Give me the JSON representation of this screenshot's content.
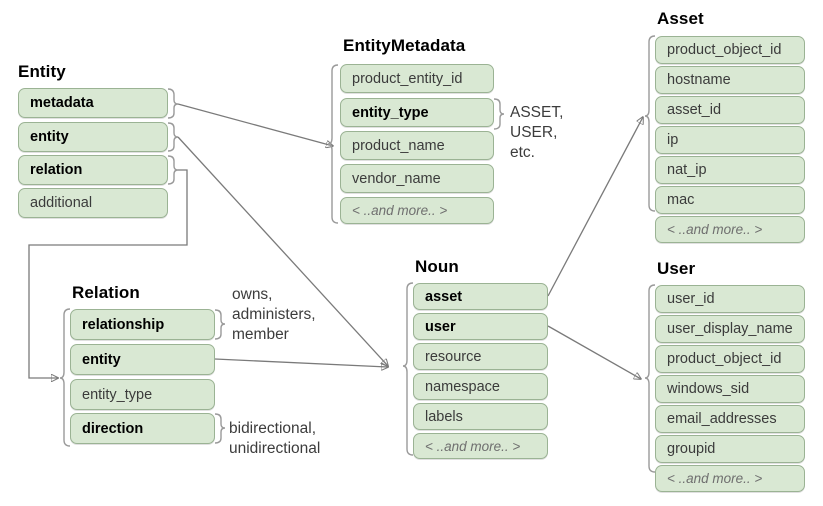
{
  "diagram": {
    "title_absent": true,
    "palette": {
      "row_fill": "#d9e8d3",
      "row_border": "#9bb394",
      "line": "#7a7a7a",
      "background": "#ffffff",
      "text": "#3b3b3b",
      "muted_text": "#6f6f6f"
    },
    "groups": [
      {
        "id": "entity",
        "title": "Entity",
        "rows": [
          {
            "label": "metadata",
            "style": "bold"
          },
          {
            "label": "entity",
            "style": "bold"
          },
          {
            "label": "relation",
            "style": "bold"
          },
          {
            "label": "additional",
            "style": "normal"
          }
        ]
      },
      {
        "id": "entitymetadata",
        "title": "EntityMetadata",
        "rows": [
          {
            "label": "product_entity_id",
            "style": "normal"
          },
          {
            "label": "entity_type",
            "style": "bold"
          },
          {
            "label": "product_name",
            "style": "normal"
          },
          {
            "label": "vendor_name",
            "style": "normal"
          },
          {
            "label": "< ..and more.. >",
            "style": "more"
          }
        ]
      },
      {
        "id": "asset",
        "title": "Asset",
        "rows": [
          {
            "label": "product_object_id",
            "style": "normal"
          },
          {
            "label": "hostname",
            "style": "normal"
          },
          {
            "label": "asset_id",
            "style": "normal"
          },
          {
            "label": "ip",
            "style": "normal"
          },
          {
            "label": "nat_ip",
            "style": "normal"
          },
          {
            "label": "mac",
            "style": "normal"
          },
          {
            "label": "< ..and more.. >",
            "style": "more"
          }
        ]
      },
      {
        "id": "relation",
        "title": "Relation",
        "rows": [
          {
            "label": "relationship",
            "style": "bold"
          },
          {
            "label": "entity",
            "style": "bold"
          },
          {
            "label": "entity_type",
            "style": "normal"
          },
          {
            "label": "direction",
            "style": "bold"
          }
        ]
      },
      {
        "id": "noun",
        "title": "Noun",
        "rows": [
          {
            "label": "asset",
            "style": "bold"
          },
          {
            "label": "user",
            "style": "bold"
          },
          {
            "label": "resource",
            "style": "normal"
          },
          {
            "label": "namespace",
            "style": "normal"
          },
          {
            "label": "labels",
            "style": "normal"
          },
          {
            "label": "< ..and more.. >",
            "style": "more"
          }
        ]
      },
      {
        "id": "user",
        "title": "User",
        "rows": [
          {
            "label": "user_id",
            "style": "normal"
          },
          {
            "label": "user_display_name",
            "style": "normal"
          },
          {
            "label": "product_object_id",
            "style": "normal"
          },
          {
            "label": "windows_sid",
            "style": "normal"
          },
          {
            "label": "email_addresses",
            "style": "normal"
          },
          {
            "label": "groupid",
            "style": "normal"
          },
          {
            "label": "< ..and more.. >",
            "style": "more"
          }
        ]
      }
    ],
    "notes": [
      {
        "id": "entity-type-values",
        "text": "ASSET,\nUSER,\netc."
      },
      {
        "id": "relationship-values",
        "text": "owns,\nadministers,\nmember"
      },
      {
        "id": "direction-values",
        "text": "bidirectional,\nunidirectional"
      }
    ],
    "connectors": [
      {
        "from": "entity.metadata",
        "to": "entitymetadata"
      },
      {
        "from": "entity.entity",
        "to": "noun"
      },
      {
        "from": "entity.relation",
        "to": "relation"
      },
      {
        "from": "relation.entity",
        "to": "noun"
      },
      {
        "from": "noun.asset",
        "to": "asset"
      },
      {
        "from": "noun.user",
        "to": "user"
      }
    ]
  }
}
